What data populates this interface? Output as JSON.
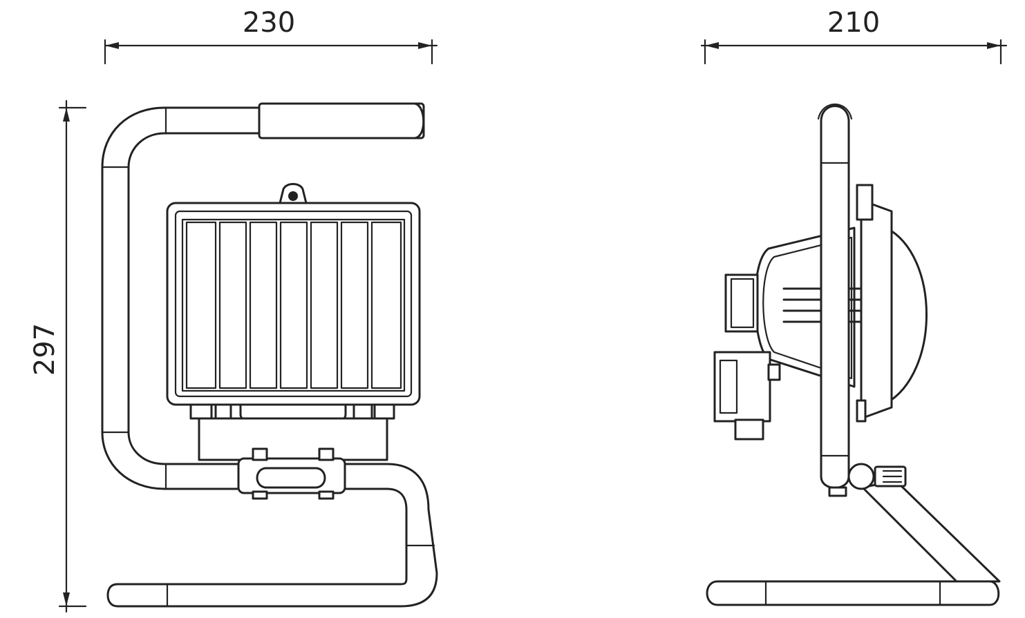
{
  "dimensions": {
    "front_width": "230",
    "side_width": "210",
    "height": "297"
  },
  "colors": {
    "line": "#222222",
    "background": "#ffffff"
  }
}
